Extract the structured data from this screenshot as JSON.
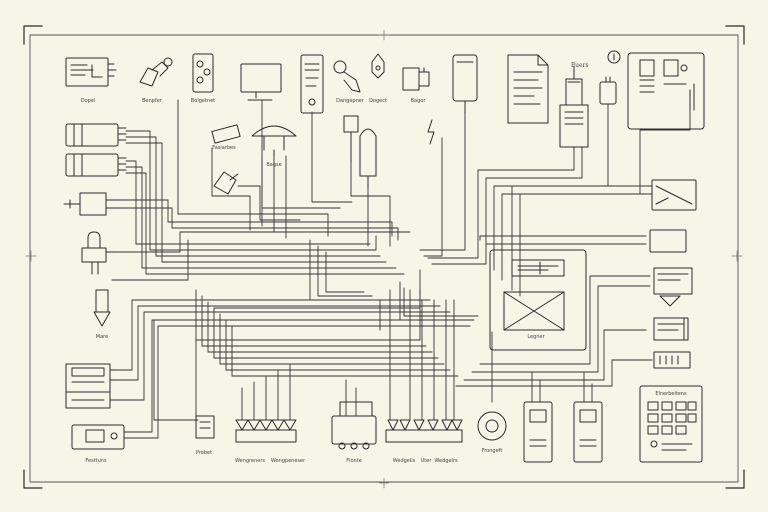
{
  "diagram": {
    "colors": {
      "paper": "#f7f4e8",
      "ink": "#2b2b2b",
      "light_ink": "#5a5a5a"
    },
    "labels": {
      "top_1": "Dopel",
      "top_2": "Benpfer",
      "top_3": "Bolgetnet",
      "top_4": "Dangepner",
      "top_5": "Dogect",
      "top_6": "Bagor",
      "top_right": "Fuers",
      "left_1": "Fasiarbes",
      "left_2": "Bagse",
      "left_3": "Mare",
      "bottom_1": "Festtuns",
      "bottom_2": "Probet",
      "bottom_3": "Wengreners",
      "bottom_4": "Wengpeneser",
      "bottom_5": "Flonte",
      "bottom_6": "Wedgelis",
      "bottom_7": "Uter",
      "bottom_8": "Wedgelrs",
      "bottom_9": "Frongeft",
      "center_box": "Legner",
      "bottom_right_title": "Elnerbeitens"
    }
  }
}
